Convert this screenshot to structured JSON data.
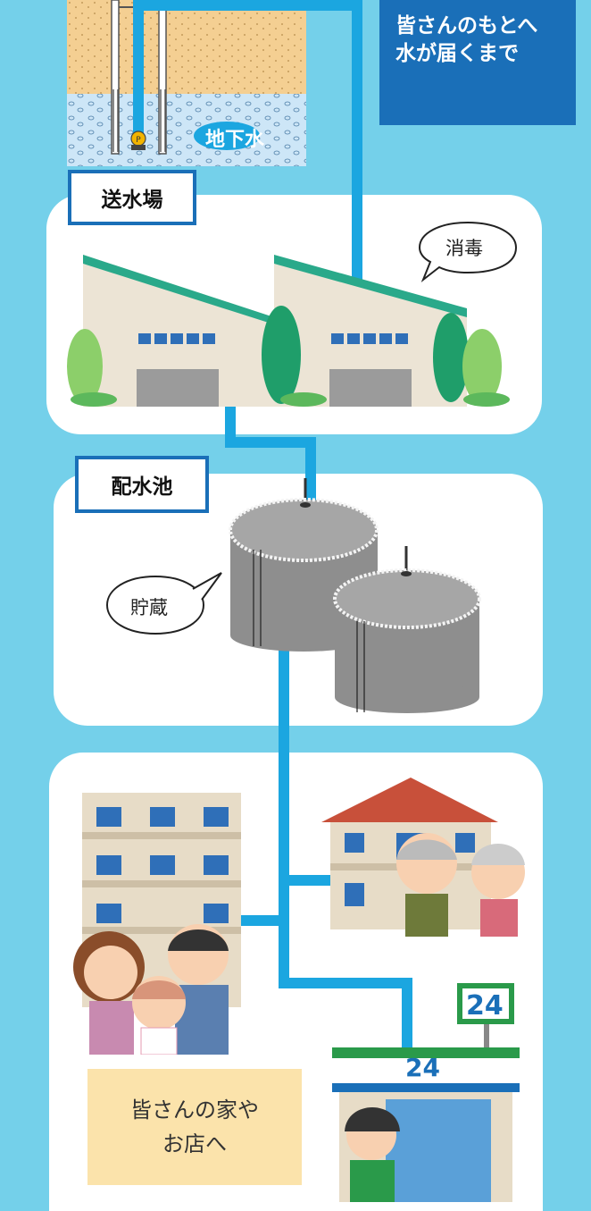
{
  "title": {
    "line1": "皆さんのもとへ",
    "line2": "水が届くまで"
  },
  "groundwater": {
    "label": "地下水",
    "pump_mark": "P"
  },
  "pumping_station": {
    "label": "送水場",
    "bubble": "消毒"
  },
  "reservoir": {
    "label": "配水池",
    "bubble": "貯蔵"
  },
  "destination": {
    "line1": "皆さんの家や",
    "line2": "お店へ"
  },
  "store": {
    "sign_number": "24",
    "storefront_number": "24"
  },
  "colors": {
    "background": "#74d0ea",
    "pipe": "#1ba6e0",
    "title_box": "#1a6fb8",
    "destination_box": "#fbe3ab"
  }
}
